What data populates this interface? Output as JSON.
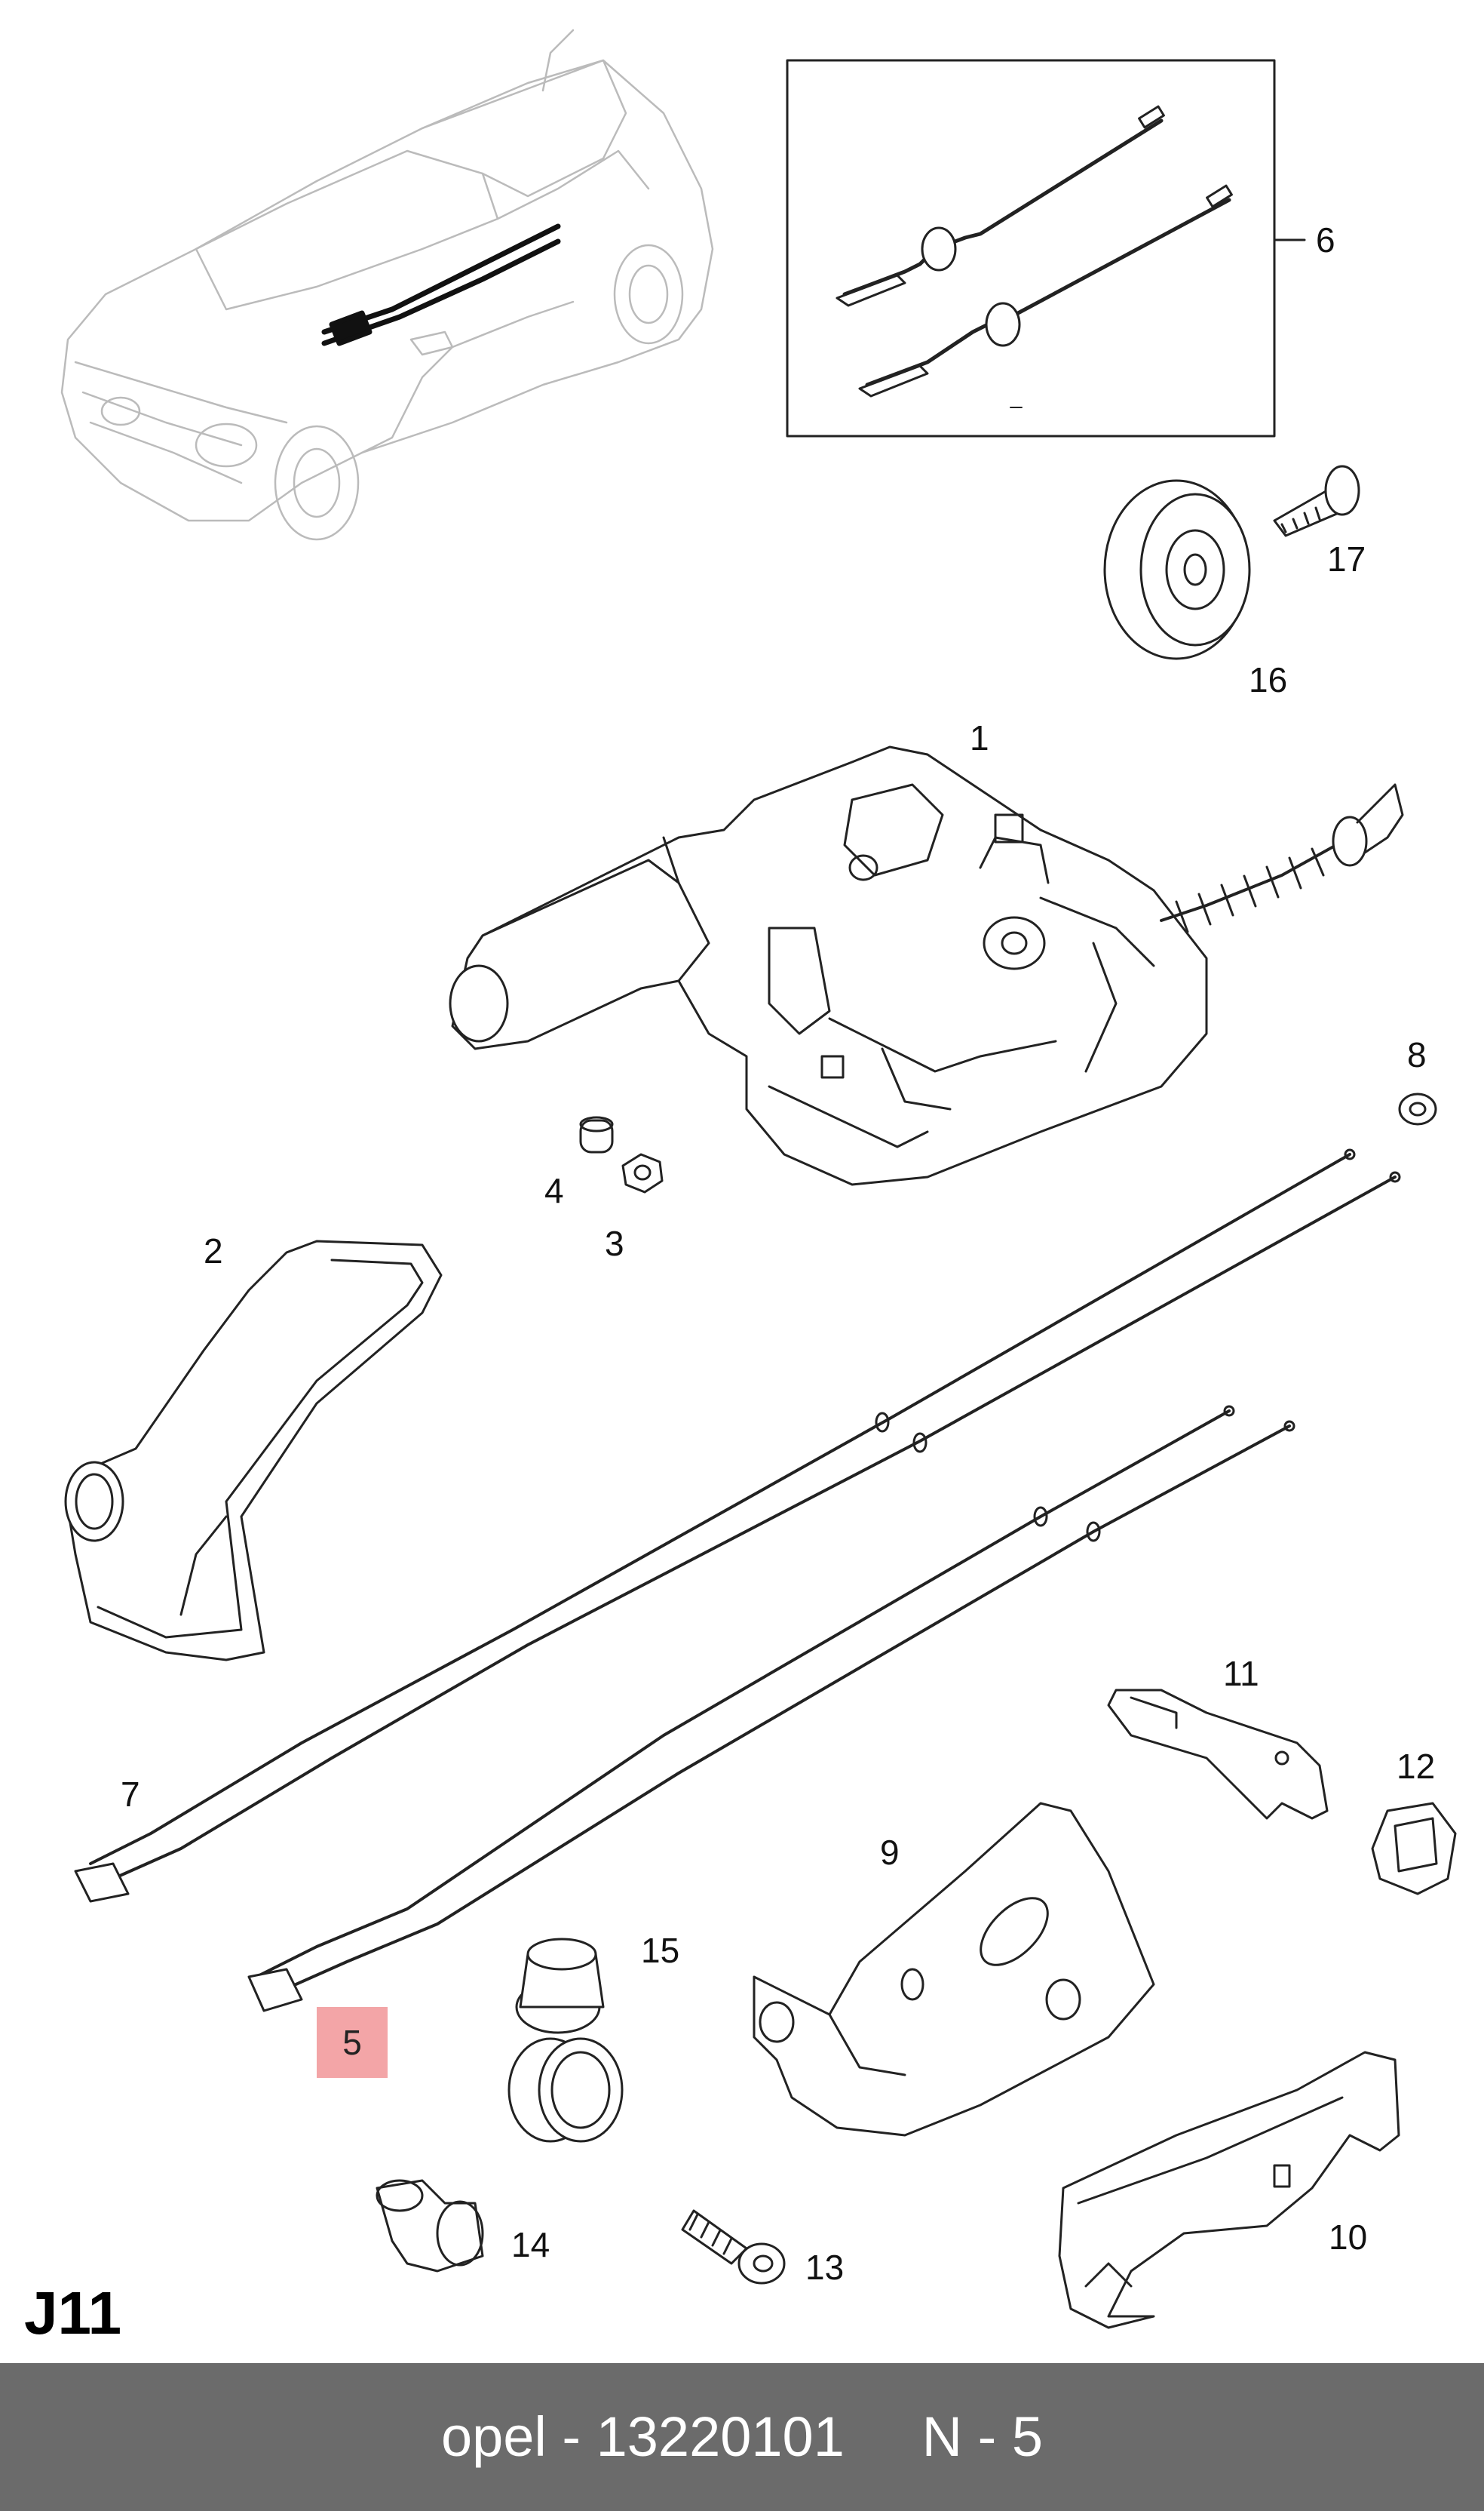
{
  "diagram": {
    "section_code": "J11",
    "callouts": {
      "n1": "1",
      "n2": "2",
      "n3": "3",
      "n4": "4",
      "n5": "5",
      "n6": "6",
      "n7": "7",
      "n8": "8",
      "n9": "9",
      "n10": "10",
      "n11": "11",
      "n12": "12",
      "n13": "13",
      "n14": "14",
      "n15": "15",
      "n16": "16",
      "n17": "17"
    },
    "highlight_color": "#f3a5a7"
  },
  "footer": {
    "brand": "opel",
    "part_number": "13220101",
    "position": "N - 5",
    "text": "opel - 13220101     N - 5",
    "background": "#6b6b6b"
  }
}
